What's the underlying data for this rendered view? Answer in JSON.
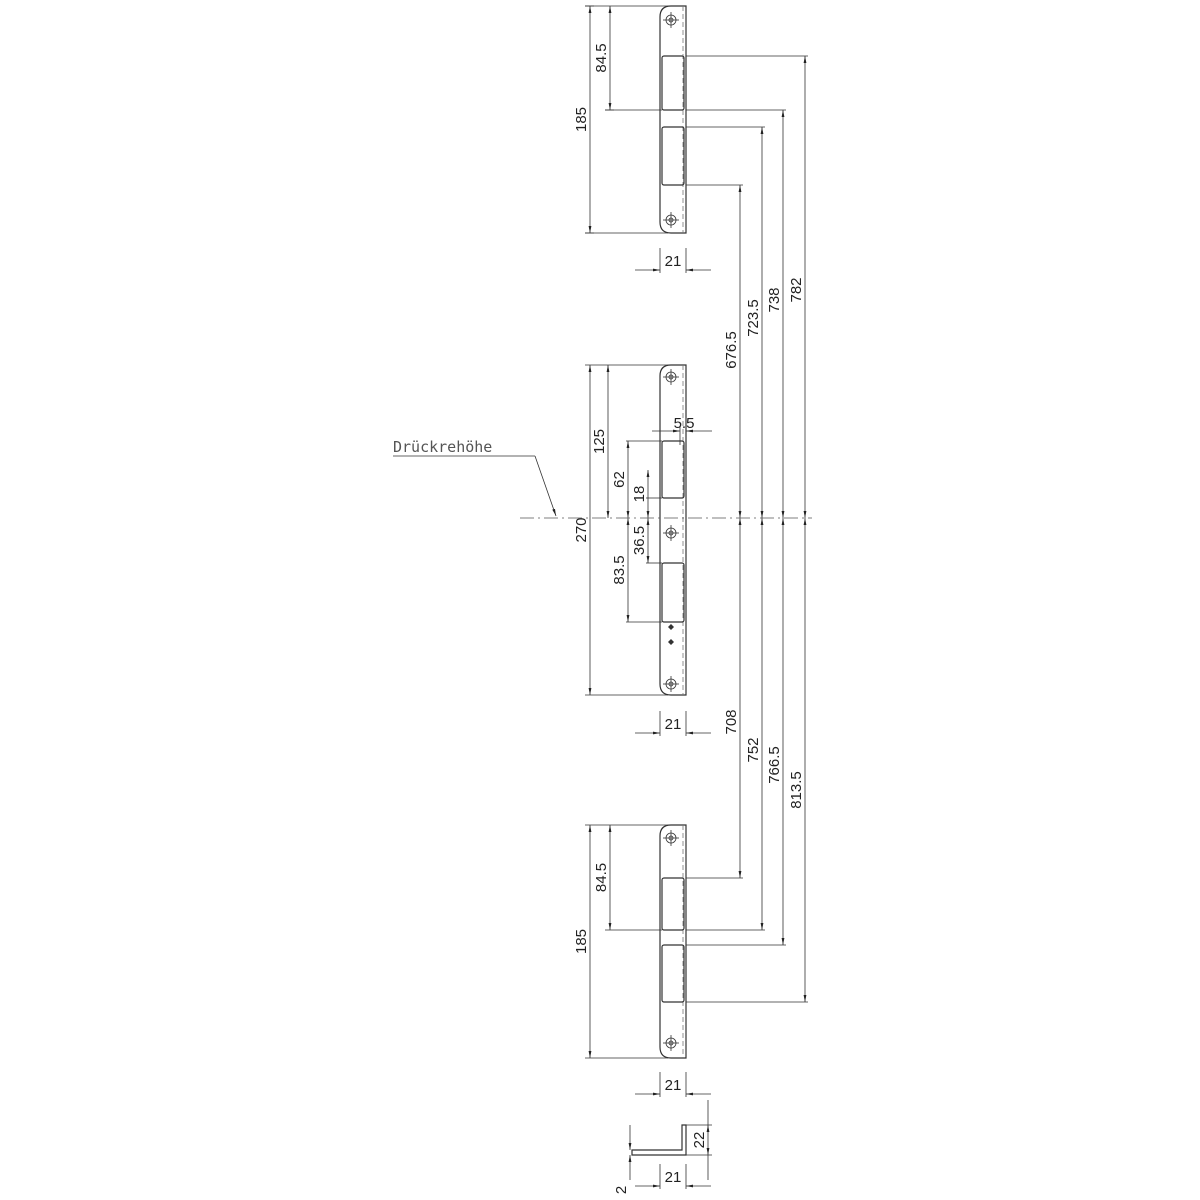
{
  "label": "Drückrehöhe",
  "top_plate": {
    "height": "185",
    "slot_offset": "84.5",
    "width": "21"
  },
  "middle_plate": {
    "height": "270",
    "top_to_center": "125",
    "slot_top": "62",
    "slot_bottom": "83.5",
    "upper_gap": "18",
    "lower_gap": "36.5",
    "recess": "5.5",
    "width": "21"
  },
  "bottom_plate": {
    "height": "185",
    "slot_offset": "84.5",
    "width": "21"
  },
  "upper_distances": [
    "676.5",
    "723.5",
    "738",
    "782"
  ],
  "lower_distances": [
    "708",
    "752",
    "766.5",
    "813.5"
  ],
  "profile": {
    "thickness": "2",
    "flange": "22",
    "width": "21"
  }
}
